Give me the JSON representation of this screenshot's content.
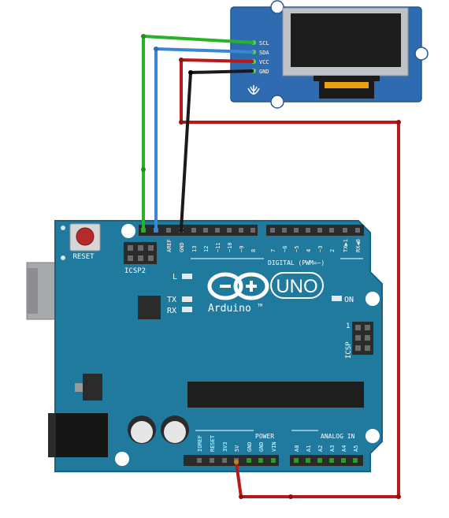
{
  "oled": {
    "pins": [
      "SCL",
      "SDA",
      "VCC",
      "GND"
    ]
  },
  "board": {
    "reset_label": "RESET",
    "icsp2_label": "ICSP2",
    "icsp_label": "ICSP",
    "icsp_pin1": "1",
    "digital_label": "DIGITAL (PWM=~)",
    "brand": "Arduino",
    "trademark": "TM",
    "model": "UNO",
    "on_label": "ON",
    "led_labels": [
      "L",
      "TX",
      "RX"
    ],
    "top_pins": [
      "AREF",
      "GND",
      "13",
      "12",
      "~11",
      "~10",
      "~9",
      "8",
      "7",
      "~6",
      "~5",
      "4",
      "~3",
      "2",
      "TX▶1",
      "RX◀0"
    ],
    "power_label": "POWER",
    "analog_label": "ANALOG IN",
    "power_pins": [
      "IOREF",
      "RESET",
      "3V3",
      "5V",
      "GND",
      "GND",
      "VIN"
    ],
    "analog_pins": [
      "A0",
      "A1",
      "A2",
      "A3",
      "A4",
      "A5"
    ]
  },
  "colors": {
    "board": "#1f7a9e",
    "board_edge": "#176381",
    "wire_scl": "#27b327",
    "wire_sda": "#3a86d4",
    "wire_vcc": "#b81a1a",
    "wire_gnd": "#1a1a1a",
    "oled_pcb": "#2f6bb0"
  }
}
